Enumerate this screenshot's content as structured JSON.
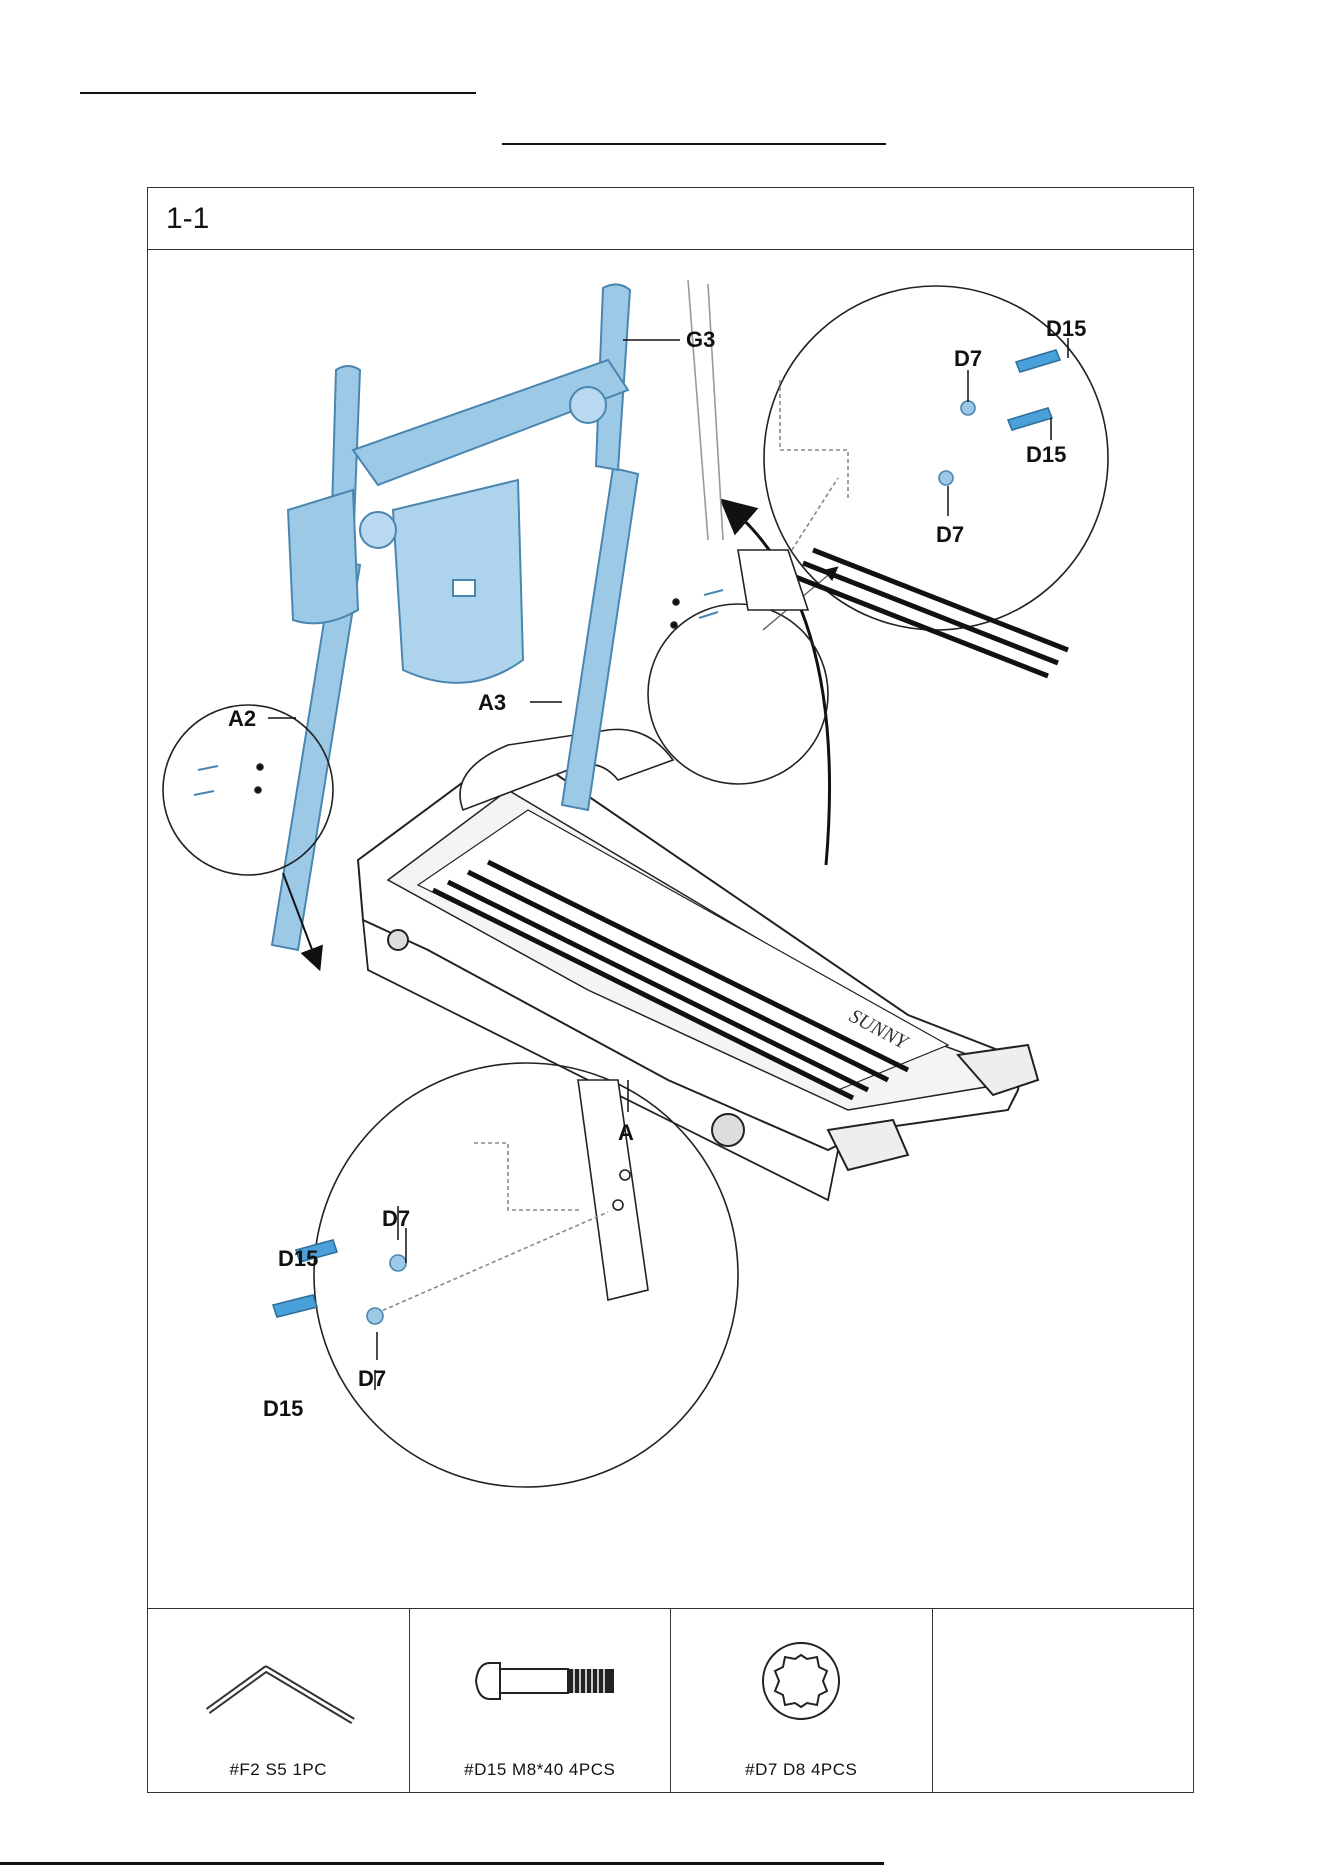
{
  "step": {
    "title": "1-1"
  },
  "callouts": {
    "g3": "G3",
    "a2": "A2",
    "a3": "A3",
    "a": "A",
    "d15_top_1": "D15",
    "d7_top_1": "D7",
    "d15_top_2": "D15",
    "d7_top_2": "D7",
    "d7_bottom_1": "D7",
    "d15_bottom_1": "D15",
    "d7_bottom_2": "D7",
    "d15_bottom_2": "D15"
  },
  "parts": [
    {
      "label": "#F2 S5  1PC",
      "icon": "allen-key-icon"
    },
    {
      "label": "#D15 M8*40 4PCS",
      "icon": "bolt-icon"
    },
    {
      "label": "#D7 D8  4PCS",
      "icon": "lock-washer-icon"
    },
    {
      "label": "",
      "icon": ""
    }
  ],
  "colors": {
    "highlight": "#9cc9e6",
    "highlight_stroke": "#4a86b0",
    "line": "#111111"
  }
}
